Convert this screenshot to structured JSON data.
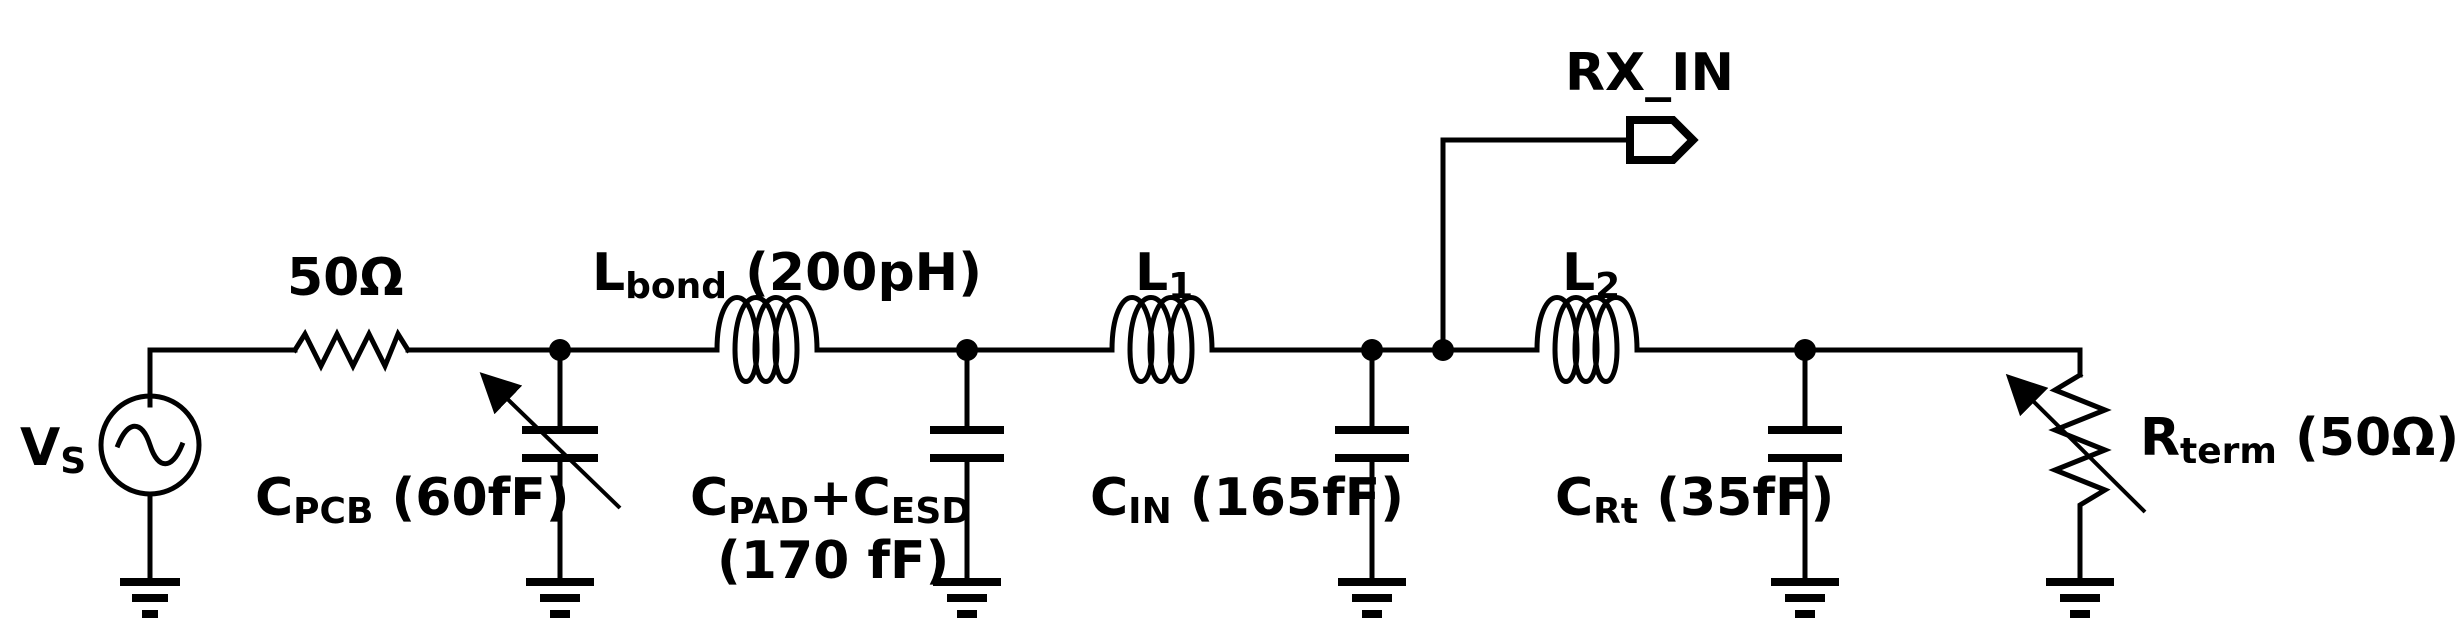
{
  "source": {
    "main": "V",
    "sub": "S"
  },
  "r_series": {
    "text": "50Ω"
  },
  "c_pcb": {
    "main": "C",
    "sub": "PCB",
    "value": " (60fF)"
  },
  "l_bond": {
    "main": "L",
    "sub": "bond",
    "value": " (200pH)"
  },
  "c_pad_esd": {
    "c1": "C",
    "s1": "PAD",
    "plus": "+C",
    "s2": "ESD",
    "value": "(170 fF)"
  },
  "l1": {
    "main": "L",
    "sub": "1"
  },
  "c_in": {
    "main": "C",
    "sub": "IN",
    "value": " (165fF)"
  },
  "rx_in": {
    "text": "RX_IN"
  },
  "l2": {
    "main": "L",
    "sub": "2"
  },
  "c_rt": {
    "main": "C",
    "sub": "Rt",
    "value": " (35fF)"
  },
  "r_term": {
    "main": "R",
    "sub": "term",
    "value": " (50Ω)"
  }
}
